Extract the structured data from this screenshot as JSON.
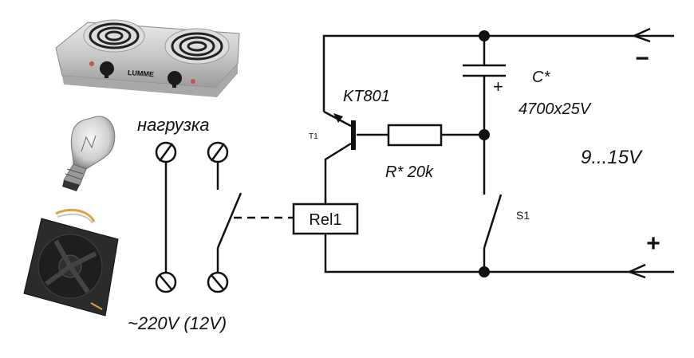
{
  "loads": {
    "heading": "нагрузка",
    "items": [
      {
        "name": "electric-stove",
        "brand_label": "LUMME"
      },
      {
        "name": "light-bulb"
      },
      {
        "name": "cooling-fan"
      }
    ],
    "supply_label": "~220V (12V)"
  },
  "components": {
    "transistor": {
      "ref": "T1",
      "part": "KT801"
    },
    "resistor": {
      "label": "R* 20k"
    },
    "capacitor": {
      "ref": "C*",
      "value": "4700x25V",
      "polarity": "+"
    },
    "relay": {
      "label": "Rel1"
    },
    "switch": {
      "label": "S1"
    }
  },
  "power": {
    "range": "9...15V",
    "negative": "−",
    "positive": "+"
  },
  "colors": {
    "line": "#111111",
    "background": "#ffffff"
  }
}
